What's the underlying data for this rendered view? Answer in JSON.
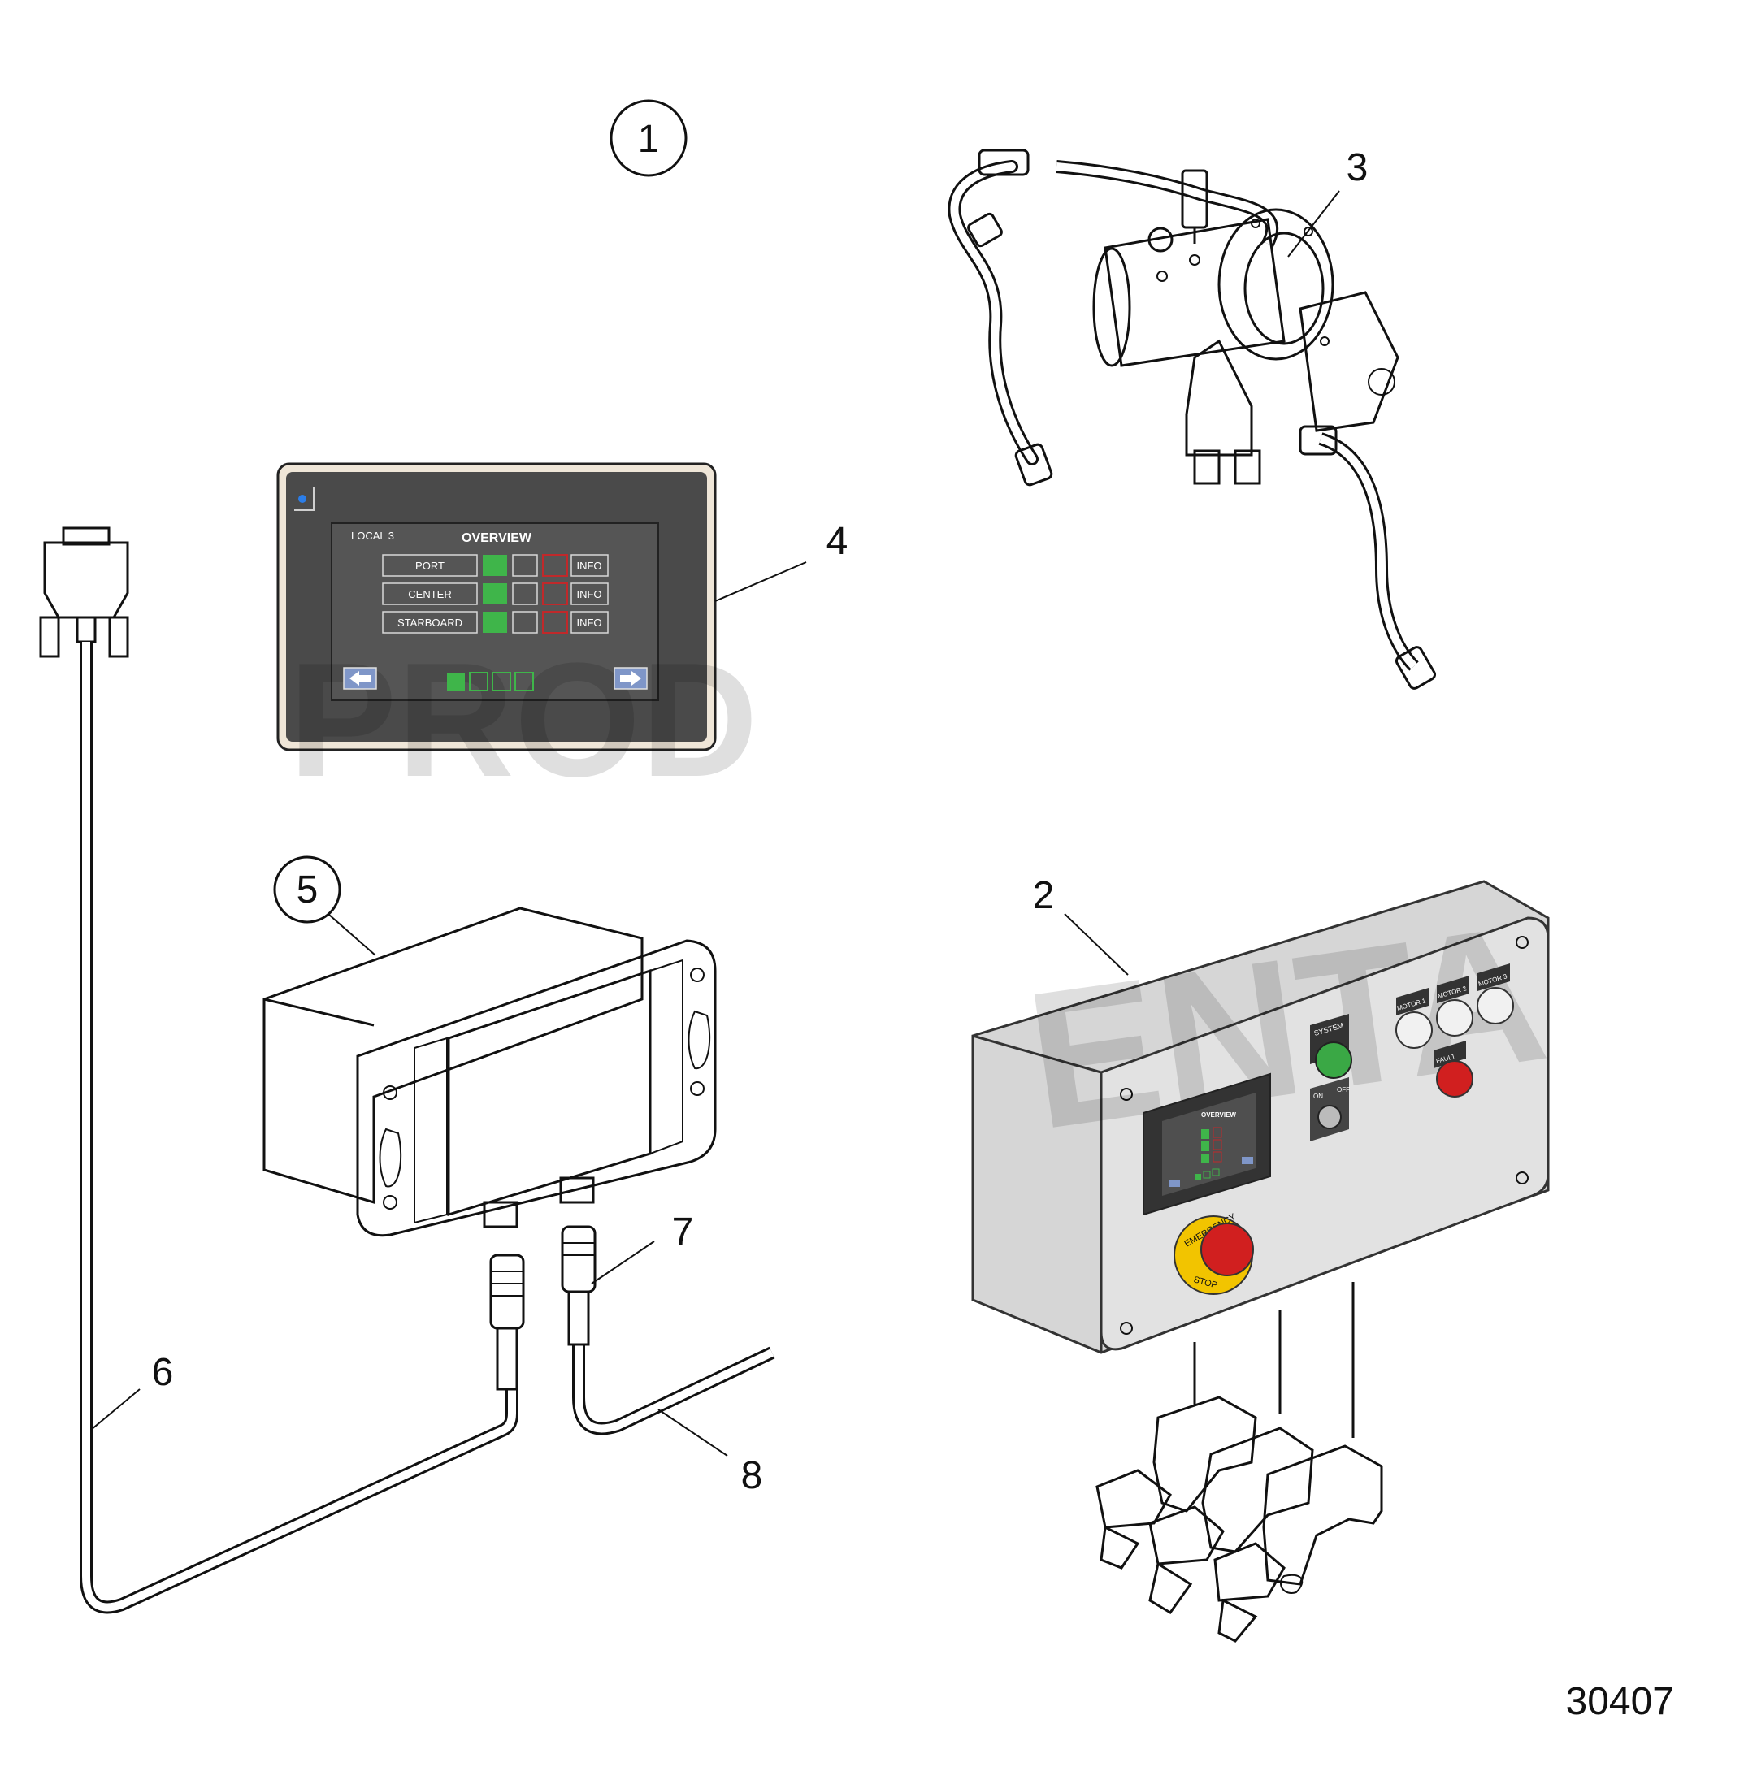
{
  "callouts": {
    "c1": "1",
    "c2": "2",
    "c3": "3",
    "c4": "4",
    "c5": "5",
    "c6": "6",
    "c7": "7",
    "c8": "8"
  },
  "figure_number": "30407",
  "display_screen": {
    "mode": "LOCAL 3",
    "title": "OVERVIEW",
    "rows": [
      {
        "label": "PORT",
        "info": "INFO"
      },
      {
        "label": "CENTER",
        "info": "INFO"
      },
      {
        "label": "STARBOARD",
        "info": "INFO"
      }
    ]
  },
  "control_panel": {
    "system_label": "SYSTEM",
    "on_label": "ON",
    "off_label": "OFF",
    "motor_labels": [
      "MOTOR 1",
      "MOTOR 2",
      "MOTOR 3"
    ],
    "fault_label": "FAULT",
    "estop_top": "EMERGENCY",
    "estop_bottom": "STOP",
    "mini_title": "OVERVIEW"
  },
  "colors": {
    "screen_bg": "#4a4a4a",
    "status_green": "#3fb54a",
    "status_red": "#c0292b",
    "panel_grey": "#d6d6d6",
    "estop_yellow": "#f2c400",
    "estop_red": "#d11f1f",
    "system_green": "#3aa845",
    "nav_blue": "#7f96c8",
    "bezel": "#efe6d8"
  }
}
